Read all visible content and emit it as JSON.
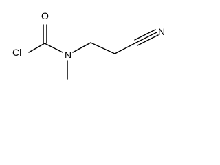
{
  "molecule": {
    "atoms": {
      "oxygen": "O",
      "chlorine": "Cl",
      "nitrogen_amide": "N",
      "nitrogen_nitrile": "N"
    },
    "colors": {
      "bond": "#000000",
      "label": "#000000",
      "background": "#ffffff"
    }
  }
}
